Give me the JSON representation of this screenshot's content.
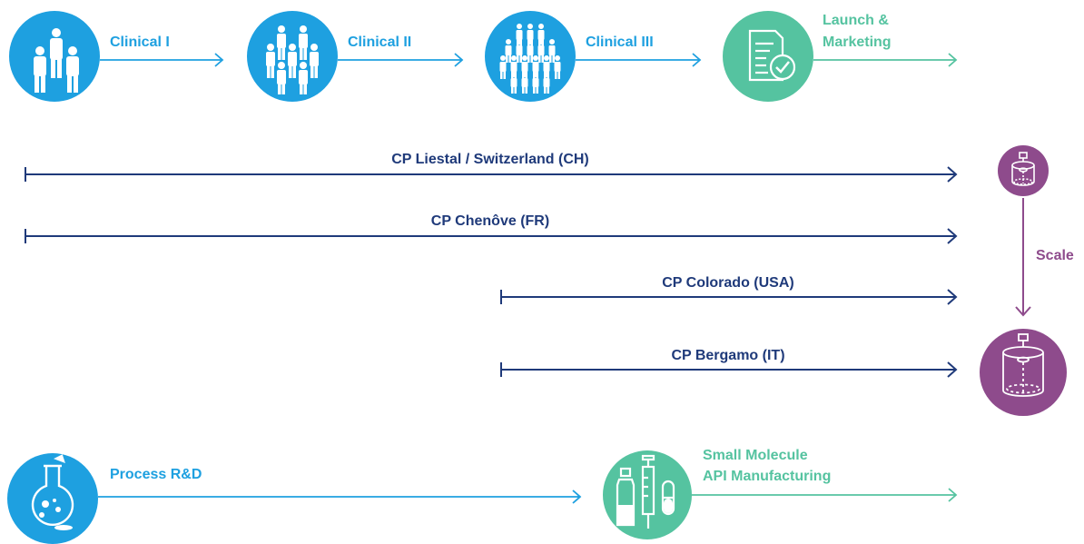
{
  "phases": [
    {
      "label": "Clinical I",
      "icon": "people-small-group-icon"
    },
    {
      "label": "Clinical II",
      "icon": "people-medium-group-icon"
    },
    {
      "label": "Clinical III",
      "icon": "people-large-group-icon"
    },
    {
      "label_line1": "Launch &",
      "label_line2": "Marketing",
      "icon": "document-check-icon"
    }
  ],
  "sites": [
    {
      "label": "CP Liestal / Switzerland (CH)"
    },
    {
      "label": "CP Chenôve (FR)"
    },
    {
      "label": "CP Colorado (USA)"
    },
    {
      "label": "CP Bergamo (IT)"
    }
  ],
  "scale": {
    "label": "Scale",
    "icon_small": "reactor-small-icon",
    "icon_large": "reactor-large-icon"
  },
  "bottom": {
    "process_label": "Process R&D",
    "process_icon": "flask-icon",
    "manufacturing_line1": "Small Molecule",
    "manufacturing_line2": "API Manufacturing",
    "manufacturing_icon": "vial-syringe-icon"
  },
  "colors": {
    "blue": "#1ea0e0",
    "green": "#55c3a0",
    "navy": "#1f3a7a",
    "purple": "#8e4b8c"
  }
}
